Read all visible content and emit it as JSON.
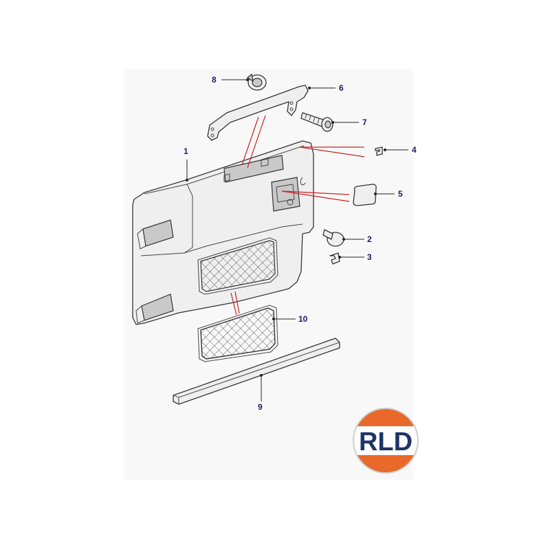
{
  "diagram": {
    "callouts": [
      {
        "id": "1",
        "label": "1",
        "part": "door-trim-panel"
      },
      {
        "id": "2",
        "label": "2",
        "part": "push-clip"
      },
      {
        "id": "3",
        "label": "3",
        "part": "spring-clip"
      },
      {
        "id": "4",
        "label": "4",
        "part": "retaining-clip"
      },
      {
        "id": "5",
        "label": "5",
        "part": "handle-cover-pad"
      },
      {
        "id": "6",
        "label": "6",
        "part": "grab-handle"
      },
      {
        "id": "7",
        "label": "7",
        "part": "screw"
      },
      {
        "id": "8",
        "label": "8",
        "part": "trim-cap"
      },
      {
        "id": "9",
        "label": "9",
        "part": "trim-strip"
      },
      {
        "id": "10",
        "label": "10",
        "part": "storage-net"
      }
    ]
  },
  "logo": {
    "text": "RLD",
    "colors": {
      "ring": "#e8692a",
      "band": "#ffffff",
      "text": "#1e3566",
      "border": "#cfcfcf"
    }
  },
  "colors": {
    "callout_text": "#1a1a6e",
    "leader_red": "#cc2222",
    "background_panel": "#f8f8f8"
  }
}
